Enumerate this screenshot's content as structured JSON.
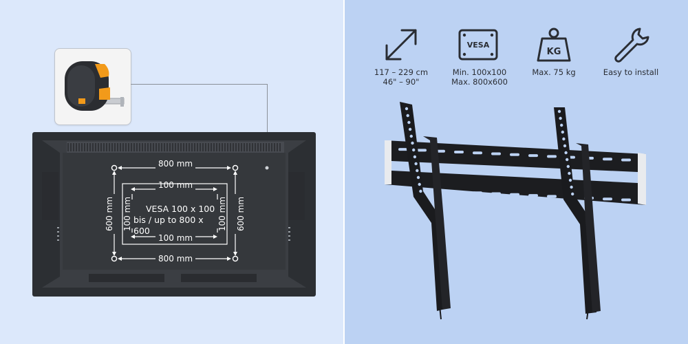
{
  "tv_diagram": {
    "top_width": "800 mm",
    "bottom_width": "800 mm",
    "inner_top_width": "100 mm",
    "inner_bottom_width": "100 mm",
    "left_height": "600 mm",
    "right_height": "600 mm",
    "inner_left_height": "100 mm",
    "inner_right_height": "100 mm",
    "vesa_line1": "VESA 100 x 100",
    "vesa_line2": "bis / up to 800 x 600"
  },
  "features": [
    {
      "icon": "diagonal-arrow-icon",
      "line1": "117 – 229 cm",
      "line2": "46\" – 90\""
    },
    {
      "icon": "vesa-plate-icon",
      "badge": "VESA",
      "line1": "Min. 100x100",
      "line2": "Max. 800x600"
    },
    {
      "icon": "weight-icon",
      "badge": "KG",
      "line1": "Max. 75 kg",
      "line2": ""
    },
    {
      "icon": "wrench-icon",
      "line1": "Easy to install",
      "line2": ""
    }
  ]
}
